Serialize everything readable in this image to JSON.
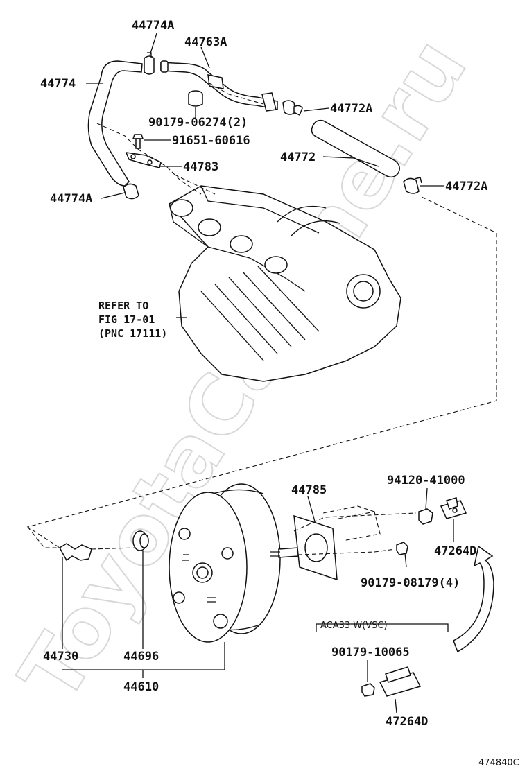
{
  "watermark": "ToyotaCarline.ru",
  "labels": {
    "p44774A_top": "44774A",
    "p44763A": "44763A",
    "p44774": "44774",
    "p90179_06274": "90179-06274(2)",
    "p44772A_top": "44772A",
    "p91651": "91651-60616",
    "p44772": "44772",
    "p44783": "44783",
    "p44772A_right": "44772A",
    "p44774A_left": "44774A",
    "refer_line1": "REFER TO",
    "refer_line2": "FIG 17-01",
    "refer_line3": "(PNC 17111)",
    "p44785": "44785",
    "p94120": "94120-41000",
    "p47264D_top": "47264D",
    "p90179_08179": "90179-08179(4)",
    "note_aca33": "ACA33 W(VSC)",
    "p90179_10065": "90179-10065",
    "p47264D_bottom": "47264D",
    "p44730": "44730",
    "p44696": "44696",
    "p44610": "44610",
    "fig_number": "474840C"
  }
}
